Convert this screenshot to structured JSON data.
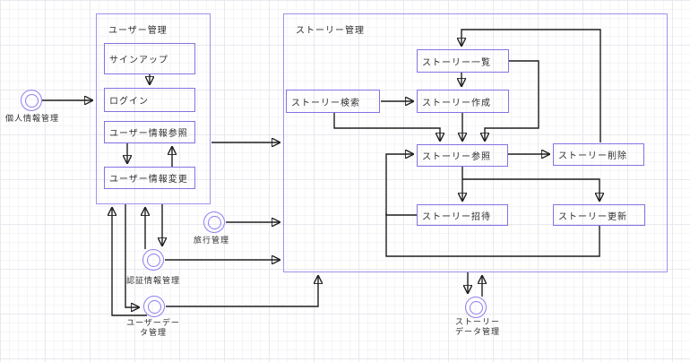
{
  "diagram": {
    "containers": {
      "user": {
        "title": "ユーザー管理"
      },
      "story": {
        "title": "ストーリー管理"
      }
    },
    "nodes": {
      "signup": {
        "label": "サインアップ"
      },
      "login": {
        "label": "ログイン"
      },
      "user_info_view": {
        "label": "ユーザー情報参照"
      },
      "user_info_edit": {
        "label": "ユーザー情報変更"
      },
      "story_list": {
        "label": "ストーリー一覧"
      },
      "story_search": {
        "label": "ストーリー検索"
      },
      "story_create": {
        "label": "ストーリー作成"
      },
      "story_view": {
        "label": "ストーリー参照"
      },
      "story_delete": {
        "label": "ストーリー削除"
      },
      "story_invite": {
        "label": "ストーリー招待"
      },
      "story_update": {
        "label": "ストーリー更新"
      }
    },
    "actors": {
      "personal_info": {
        "label": "個人情報管理"
      },
      "travel": {
        "label": "旅行管理"
      },
      "auth_info": {
        "label": "認証情報管理"
      },
      "user_data": {
        "label_line1": "ユーザーデー",
        "label_line2": "タ管理"
      },
      "story_data": {
        "label_line1": "ストーリー",
        "label_line2": "データ管理"
      }
    },
    "edges": [
      {
        "from": "個人情報管理",
        "to": "ユーザー管理(ログイン)"
      },
      {
        "from": "サインアップ",
        "to": "ログイン"
      },
      {
        "from": "ユーザー情報参照",
        "to": "ユーザー情報変更"
      },
      {
        "from": "ユーザー情報変更",
        "to": "ユーザー情報参照"
      },
      {
        "from": "ユーザー管理",
        "to": "ストーリー管理"
      },
      {
        "from": "ストーリー削除",
        "to": "ストーリー一覧"
      },
      {
        "from": "ストーリー一覧",
        "to": "ストーリー作成"
      },
      {
        "from": "ストーリー検索",
        "to": "ストーリー作成"
      },
      {
        "from": "ストーリー作成",
        "to": "ストーリー参照"
      },
      {
        "from": "ストーリー一覧",
        "to": "ストーリー参照"
      },
      {
        "from": "ストーリー検索",
        "to": "ストーリー参照"
      },
      {
        "from": "ストーリー参照",
        "to": "ストーリー削除"
      },
      {
        "from": "ストーリー参照",
        "to": "ストーリー招待"
      },
      {
        "from": "ストーリー参照",
        "to": "ストーリー更新"
      },
      {
        "from": "ストーリー招待",
        "to": "ストーリー参照"
      },
      {
        "from": "ストーリー更新",
        "to": "ストーリー参照"
      },
      {
        "from": "認証情報管理",
        "to": "ユーザー管理"
      },
      {
        "from": "ユーザー管理",
        "to": "認証情報管理"
      },
      {
        "from": "ユーザー管理",
        "to": "ユーザーデータ管理"
      },
      {
        "from": "ユーザーデータ管理",
        "to": "ユーザー管理"
      },
      {
        "from": "ユーザーデータ管理",
        "to": "ストーリー管理"
      },
      {
        "from": "認証情報管理",
        "to": "ストーリー管理"
      },
      {
        "from": "旅行管理",
        "to": "ストーリー管理"
      },
      {
        "from": "ストーリー管理",
        "to": "ストーリーデータ管理"
      },
      {
        "from": "ストーリーデータ管理",
        "to": "ストーリー管理"
      }
    ],
    "colors": {
      "node_border": "#8274e3",
      "container_border": "#9f92ef",
      "actor_stroke": "#8d7ff0",
      "edge": "#1f1f1f",
      "text": "#2e2e2e",
      "background": "#ffffff"
    }
  }
}
